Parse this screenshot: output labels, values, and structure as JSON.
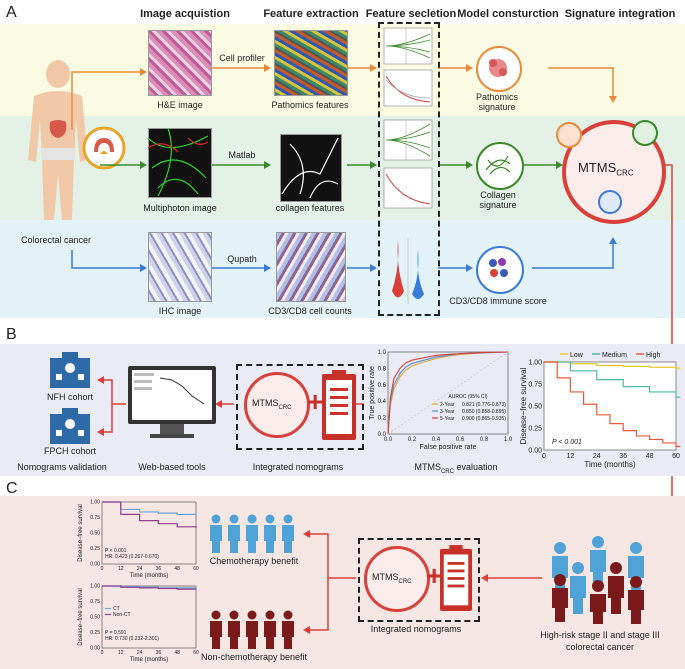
{
  "panels": {
    "a": "A",
    "b": "B",
    "c": "C"
  },
  "headers": {
    "image": "Image acquistion",
    "feature_extraction": "Feature extraction",
    "feature_selection": "Feature secletion",
    "model": "Model consturction",
    "signature": "Signature integration"
  },
  "row1": {
    "image": "H&E image",
    "tool": "Cell profiler",
    "feature": "Pathomics features",
    "signature": "Pathomics\nsignature"
  },
  "row2": {
    "image": "Multiphoton image",
    "tool": "Matlab",
    "feature": "collagen features",
    "signature": "Collagen\nsignature"
  },
  "row3": {
    "image": "IHC image",
    "tool": "Qupath",
    "feature": "CD3/CD8 cell counts",
    "signature": "CD3/CD8 immune score"
  },
  "human_label": "Colorectal cancer",
  "mtms": {
    "main": "MTMS",
    "sub": "CRC"
  },
  "panel_b": {
    "nfh": "NFH cohort",
    "fpch": "FPCH cohort",
    "nomo_validation": "Nomograms validation",
    "web_tools": "Web-based tools",
    "integrated": "Integrated nomograms",
    "evaluation_main": "MTMS",
    "evaluation_sub": "CRC",
    "evaluation_tail": " evaluation"
  },
  "panel_c": {
    "chemo": "Chemotherapy benefit",
    "nonchemo": "Non-chemotherapy benefit",
    "integrated": "Integrated nomograms",
    "highrisk_1": "High-risk stage II and stage III",
    "highrisk_2": "colorectal cancer"
  },
  "chart_data": [
    {
      "type": "line",
      "title": "",
      "xlabel": "False positive rate",
      "ylabel": "True positive rate",
      "xlim": [
        0,
        1.0
      ],
      "ylim": [
        0,
        1.0
      ],
      "xticks": [
        "0.0",
        "0.2",
        "0.4",
        "0.6",
        "0.8",
        "1.0"
      ],
      "yticks": [
        "0.0",
        "0.2",
        "0.4",
        "0.6",
        "0.8",
        "1.0"
      ],
      "legend_title": "AUROC (95% CI)",
      "legend_position": "bottom-right",
      "series": [
        {
          "name": "2-Year",
          "auc": "0.821 (0.776-0.873)",
          "color": "#e8a62a",
          "x": [
            0,
            0.02,
            0.05,
            0.1,
            0.15,
            0.2,
            0.3,
            0.4,
            0.5,
            0.6,
            0.8,
            1.0
          ],
          "y": [
            0,
            0.35,
            0.55,
            0.7,
            0.78,
            0.83,
            0.88,
            0.92,
            0.95,
            0.97,
            0.99,
            1.0
          ]
        },
        {
          "name": "3-Year",
          "auc": "0.850 (0.858-0.895)",
          "color": "#4f8fd8",
          "x": [
            0,
            0.02,
            0.05,
            0.1,
            0.15,
            0.2,
            0.3,
            0.4,
            0.5,
            0.6,
            0.8,
            1.0
          ],
          "y": [
            0,
            0.4,
            0.6,
            0.74,
            0.82,
            0.86,
            0.9,
            0.94,
            0.96,
            0.98,
            0.99,
            1.0
          ]
        },
        {
          "name": "5-Year",
          "auc": "0.900 (0.865-0.935)",
          "color": "#d9403a",
          "x": [
            0,
            0.02,
            0.05,
            0.1,
            0.15,
            0.2,
            0.3,
            0.4,
            0.5,
            0.6,
            0.8,
            1.0
          ],
          "y": [
            0,
            0.45,
            0.68,
            0.8,
            0.87,
            0.9,
            0.93,
            0.96,
            0.97,
            0.98,
            0.995,
            1.0
          ]
        }
      ]
    },
    {
      "type": "line",
      "title": "",
      "xlabel": "Time (months)",
      "ylabel": "Disease−free survival",
      "xlim": [
        0,
        60
      ],
      "ylim": [
        0,
        1.0
      ],
      "xticks": [
        "0",
        "12",
        "24",
        "36",
        "48",
        "60"
      ],
      "yticks": [
        "0.00",
        "0.25",
        "0.50",
        "0.75",
        "1.00"
      ],
      "legend_position": "top",
      "annotation": "P < 0.001",
      "series": [
        {
          "name": "Low",
          "color": "#e8c92a",
          "x": [
            0,
            12,
            24,
            36,
            48,
            60,
            62
          ],
          "y": [
            1.0,
            0.98,
            0.96,
            0.95,
            0.94,
            0.93,
            0.93
          ]
        },
        {
          "name": "Medium",
          "color": "#4fb7a7",
          "x": [
            0,
            12,
            24,
            36,
            48,
            60,
            62
          ],
          "y": [
            1.0,
            0.9,
            0.8,
            0.72,
            0.66,
            0.6,
            0.6
          ]
        },
        {
          "name": "High",
          "color": "#e8593a",
          "x": [
            0,
            6,
            12,
            18,
            24,
            30,
            36,
            42,
            48,
            54,
            60,
            62
          ],
          "y": [
            1.0,
            0.82,
            0.66,
            0.52,
            0.4,
            0.3,
            0.22,
            0.16,
            0.12,
            0.08,
            0.04,
            0.04
          ]
        }
      ]
    },
    {
      "type": "line",
      "title": "",
      "xlabel": "Time (months)",
      "ylabel": "Disease−free survival",
      "xlim": [
        0,
        60
      ],
      "ylim": [
        0,
        1.0
      ],
      "xticks": [
        "0",
        "12",
        "24",
        "36",
        "48",
        "60"
      ],
      "yticks": [
        "0.00",
        "0.25",
        "0.50",
        "0.75",
        "1.00"
      ],
      "annotations": [
        "P < 0.001",
        "HR: 0.423 (0.267-0.670)"
      ],
      "series": [
        {
          "name": "",
          "color": "#6fa3d6",
          "x": [
            0,
            12,
            24,
            36,
            48,
            60
          ],
          "y": [
            1.0,
            0.88,
            0.84,
            0.82,
            0.8,
            0.8
          ]
        },
        {
          "name": "",
          "color": "#8e3f8e",
          "x": [
            0,
            12,
            24,
            36,
            48,
            60
          ],
          "y": [
            1.0,
            0.8,
            0.7,
            0.65,
            0.6,
            0.58
          ]
        }
      ]
    },
    {
      "type": "line",
      "title": "",
      "xlabel": "Time (months)",
      "ylabel": "Disease−free survival",
      "xlim": [
        0,
        60
      ],
      "ylim": [
        0,
        1.0
      ],
      "xticks": [
        "0",
        "12",
        "24",
        "36",
        "48",
        "60"
      ],
      "yticks": [
        "0.00",
        "0.25",
        "0.50",
        "0.75",
        "1.00"
      ],
      "legend_position": "left",
      "annotations": [
        "P = 0.591",
        "HR: 0.730 (0.232-2.301)"
      ],
      "series": [
        {
          "name": "CT",
          "color": "#6fa3d6",
          "x": [
            0,
            12,
            24,
            36,
            48,
            60
          ],
          "y": [
            1.0,
            0.99,
            0.98,
            0.97,
            0.97,
            0.96
          ]
        },
        {
          "name": "Non-CT",
          "color": "#8e3f8e",
          "x": [
            0,
            12,
            24,
            36,
            48,
            60
          ],
          "y": [
            1.0,
            0.98,
            0.97,
            0.96,
            0.95,
            0.94
          ]
        }
      ]
    }
  ]
}
